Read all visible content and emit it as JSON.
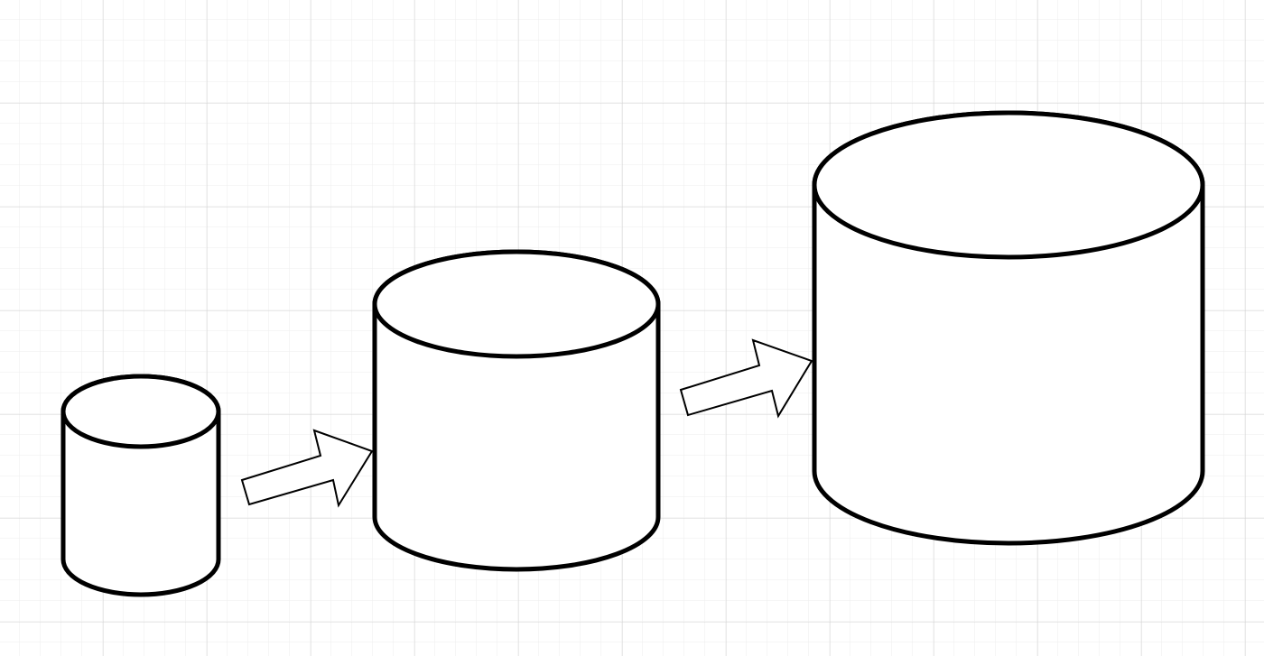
{
  "canvas": {
    "background_color": "#ffffff",
    "grid_minor_color": "#eeeeee",
    "grid_major_color": "#d4d4d4",
    "stroke_color": "#000000",
    "fill_color": "#ffffff"
  },
  "diagram": {
    "shapes": [
      {
        "kind": "cylinder",
        "icon": "database-cylinder-icon",
        "size": "small"
      },
      {
        "kind": "block-arrow",
        "icon": "arrow-right-icon",
        "direction": "right"
      },
      {
        "kind": "cylinder",
        "icon": "database-cylinder-icon",
        "size": "medium"
      },
      {
        "kind": "block-arrow",
        "icon": "arrow-right-icon",
        "direction": "right"
      },
      {
        "kind": "cylinder",
        "icon": "database-cylinder-icon",
        "size": "large"
      }
    ]
  }
}
